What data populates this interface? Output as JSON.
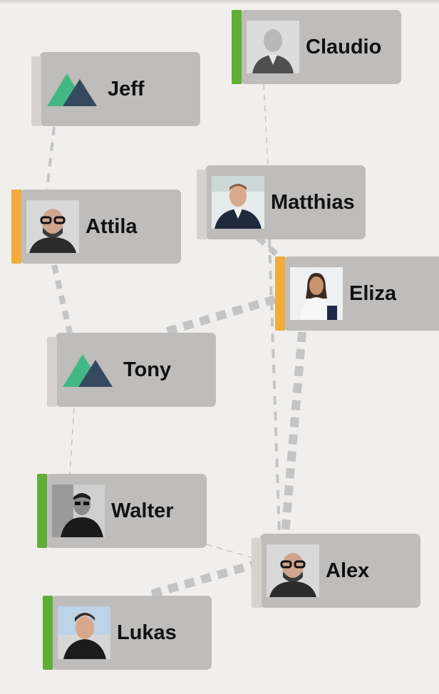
{
  "nodes": [
    {
      "id": "claudio",
      "name": "Claudio",
      "avatar": "person-photo",
      "status": "green"
    },
    {
      "id": "jeff",
      "name": "Jeff",
      "avatar": "mountain-logo",
      "status": "none"
    },
    {
      "id": "matthias",
      "name": "Matthias",
      "avatar": "person-photo",
      "status": "none"
    },
    {
      "id": "attila",
      "name": "Attila",
      "avatar": "person-photo",
      "status": "orange"
    },
    {
      "id": "eliza",
      "name": "Eliza",
      "avatar": "person-photo",
      "status": "orange"
    },
    {
      "id": "tony",
      "name": "Tony",
      "avatar": "mountain-logo",
      "status": "none"
    },
    {
      "id": "walter",
      "name": "Walter",
      "avatar": "person-photo",
      "status": "green"
    },
    {
      "id": "alex",
      "name": "Alex",
      "avatar": "person-photo",
      "status": "none"
    },
    {
      "id": "lukas",
      "name": "Lukas",
      "avatar": "person-photo",
      "status": "green"
    }
  ],
  "edges": [
    {
      "from": "claudio",
      "to": "matthias",
      "weight": 1
    },
    {
      "from": "jeff",
      "to": "attila",
      "weight": 2
    },
    {
      "from": "attila",
      "to": "tony",
      "weight": 3
    },
    {
      "from": "matthias",
      "to": "eliza",
      "weight": 3
    },
    {
      "from": "matthias",
      "to": "alex",
      "weight": 2
    },
    {
      "from": "eliza",
      "to": "tony",
      "weight": 4
    },
    {
      "from": "eliza",
      "to": "alex",
      "weight": 4
    },
    {
      "from": "tony",
      "to": "walter",
      "weight": 1
    },
    {
      "from": "walter",
      "to": "alex",
      "weight": 1
    },
    {
      "from": "alex",
      "to": "lukas",
      "weight": 4
    }
  ],
  "colors": {
    "background": "#f0efee",
    "card": "#bebdbc",
    "edge": "#c4c4c4",
    "status_green": "#5fae35",
    "status_orange": "#f2ab3c",
    "logo_green": "#41b883",
    "logo_dark": "#35495e"
  }
}
